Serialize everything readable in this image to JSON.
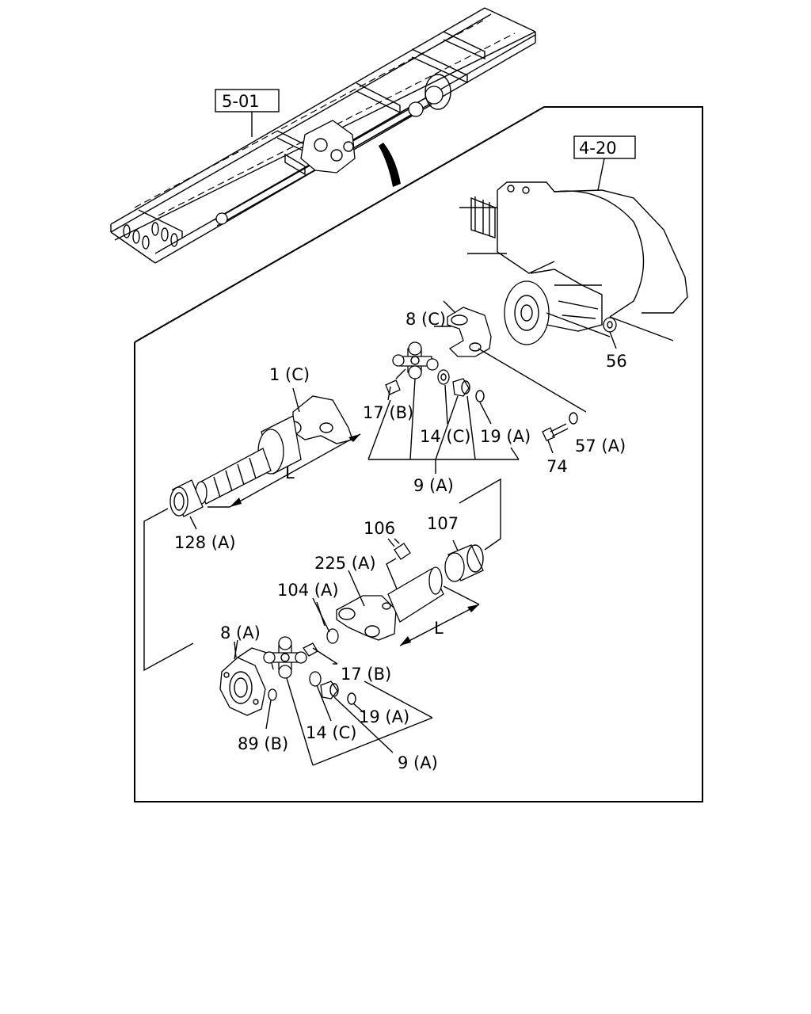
{
  "refs": {
    "frame": "5-01",
    "axle": "4-20"
  },
  "labels": {
    "p8c": "8 (C)",
    "p56": "56",
    "p1c": "1 (C)",
    "p17b_top": "17 (B)",
    "p14c_top": "14 (C)",
    "p19a_top": "19 (A)",
    "p57a": "57 (A)",
    "p74": "74",
    "p9a_top": "9 (A)",
    "len_top": "L",
    "p128a": "128 (A)",
    "p106": "106",
    "p107": "107",
    "p225a": "225 (A)",
    "p104a": "104 (A)",
    "p8a": "8 (A)",
    "len_bottom": "L",
    "p17b_bottom": "17 (B)",
    "p19a_bottom": "19 (A)",
    "p14c_bottom": "14 (C)",
    "p89b": "89 (B)",
    "p9a_bottom": "9 (A)"
  }
}
